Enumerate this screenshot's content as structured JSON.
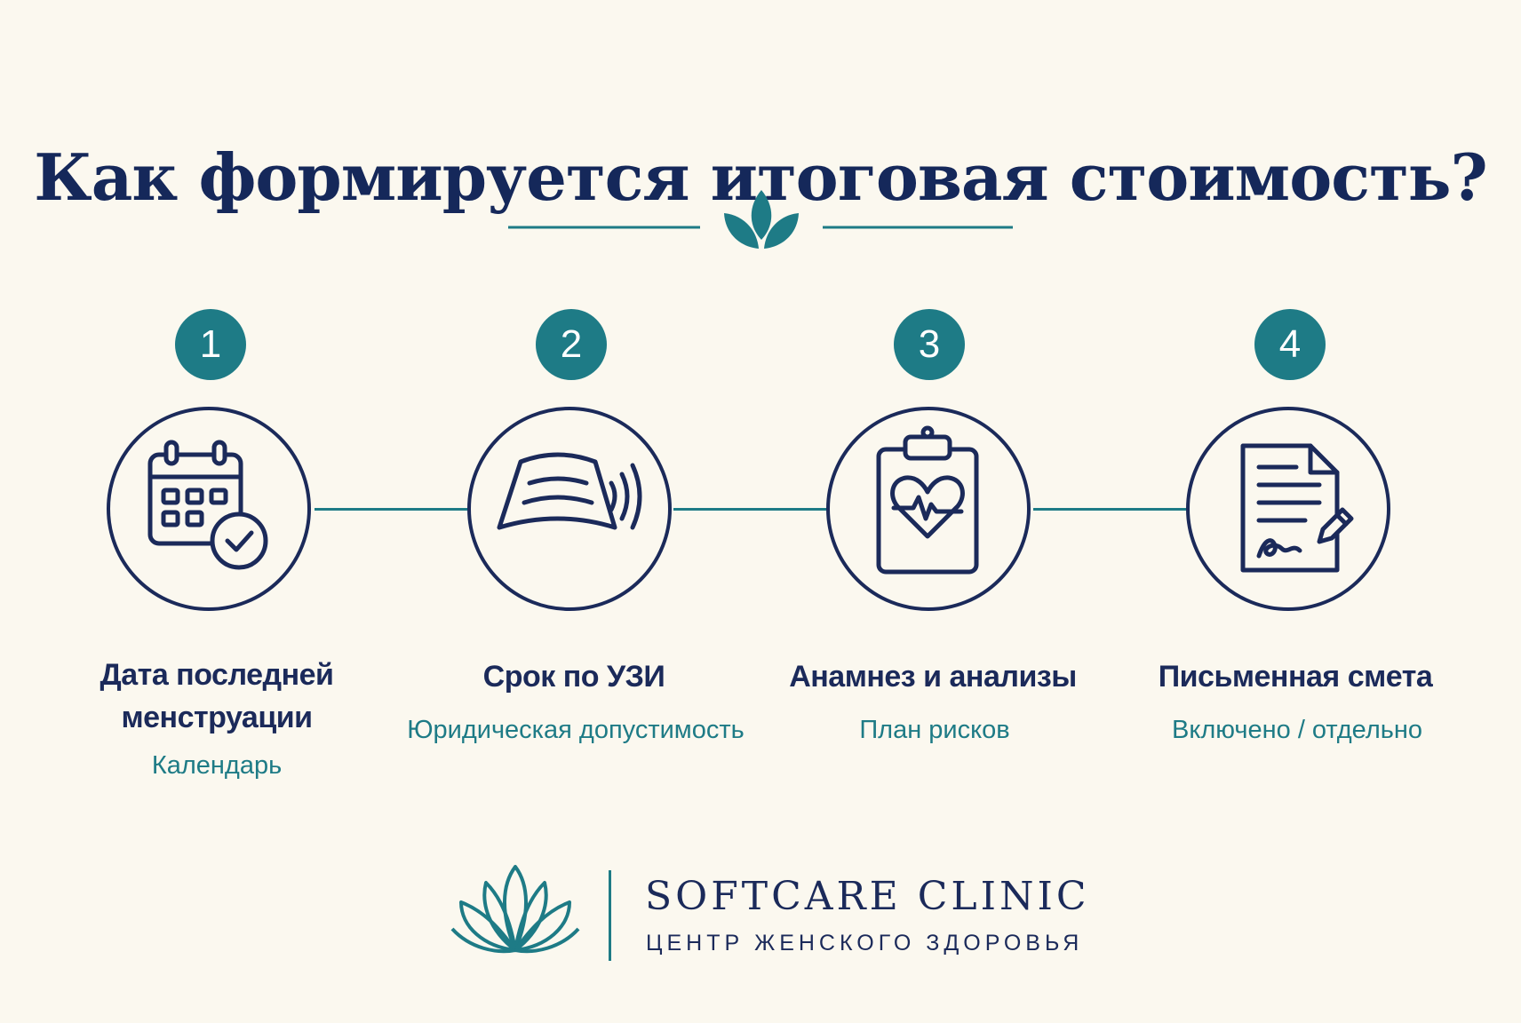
{
  "title": "Как формируется итоговая стоимость?",
  "colors": {
    "primary": "#1b2a5a",
    "accent": "#1e7b86",
    "background": "#fbf8ef"
  },
  "steps": [
    {
      "number": "1",
      "icon": "calendar-check-icon",
      "label_line1": "Дата последней",
      "label_line2": "менструации",
      "sub": "Календарь"
    },
    {
      "number": "2",
      "icon": "ultrasound-icon",
      "label_line1": "Срок по УЗИ",
      "sub": "Юридическая допустимость"
    },
    {
      "number": "3",
      "icon": "clipboard-heart-icon",
      "label_line1": "Анамнез и анализы",
      "sub": "План рисков"
    },
    {
      "number": "4",
      "icon": "signed-document-icon",
      "label_line1": "Письменная смета",
      "sub": "Включено / отдельно"
    }
  ],
  "brand": {
    "name": "SOFTCARE CLINIC",
    "tagline": "ЦЕНТР ЖЕНСКОГО ЗДОРОВЬЯ",
    "logo": "lotus-logo-icon"
  }
}
